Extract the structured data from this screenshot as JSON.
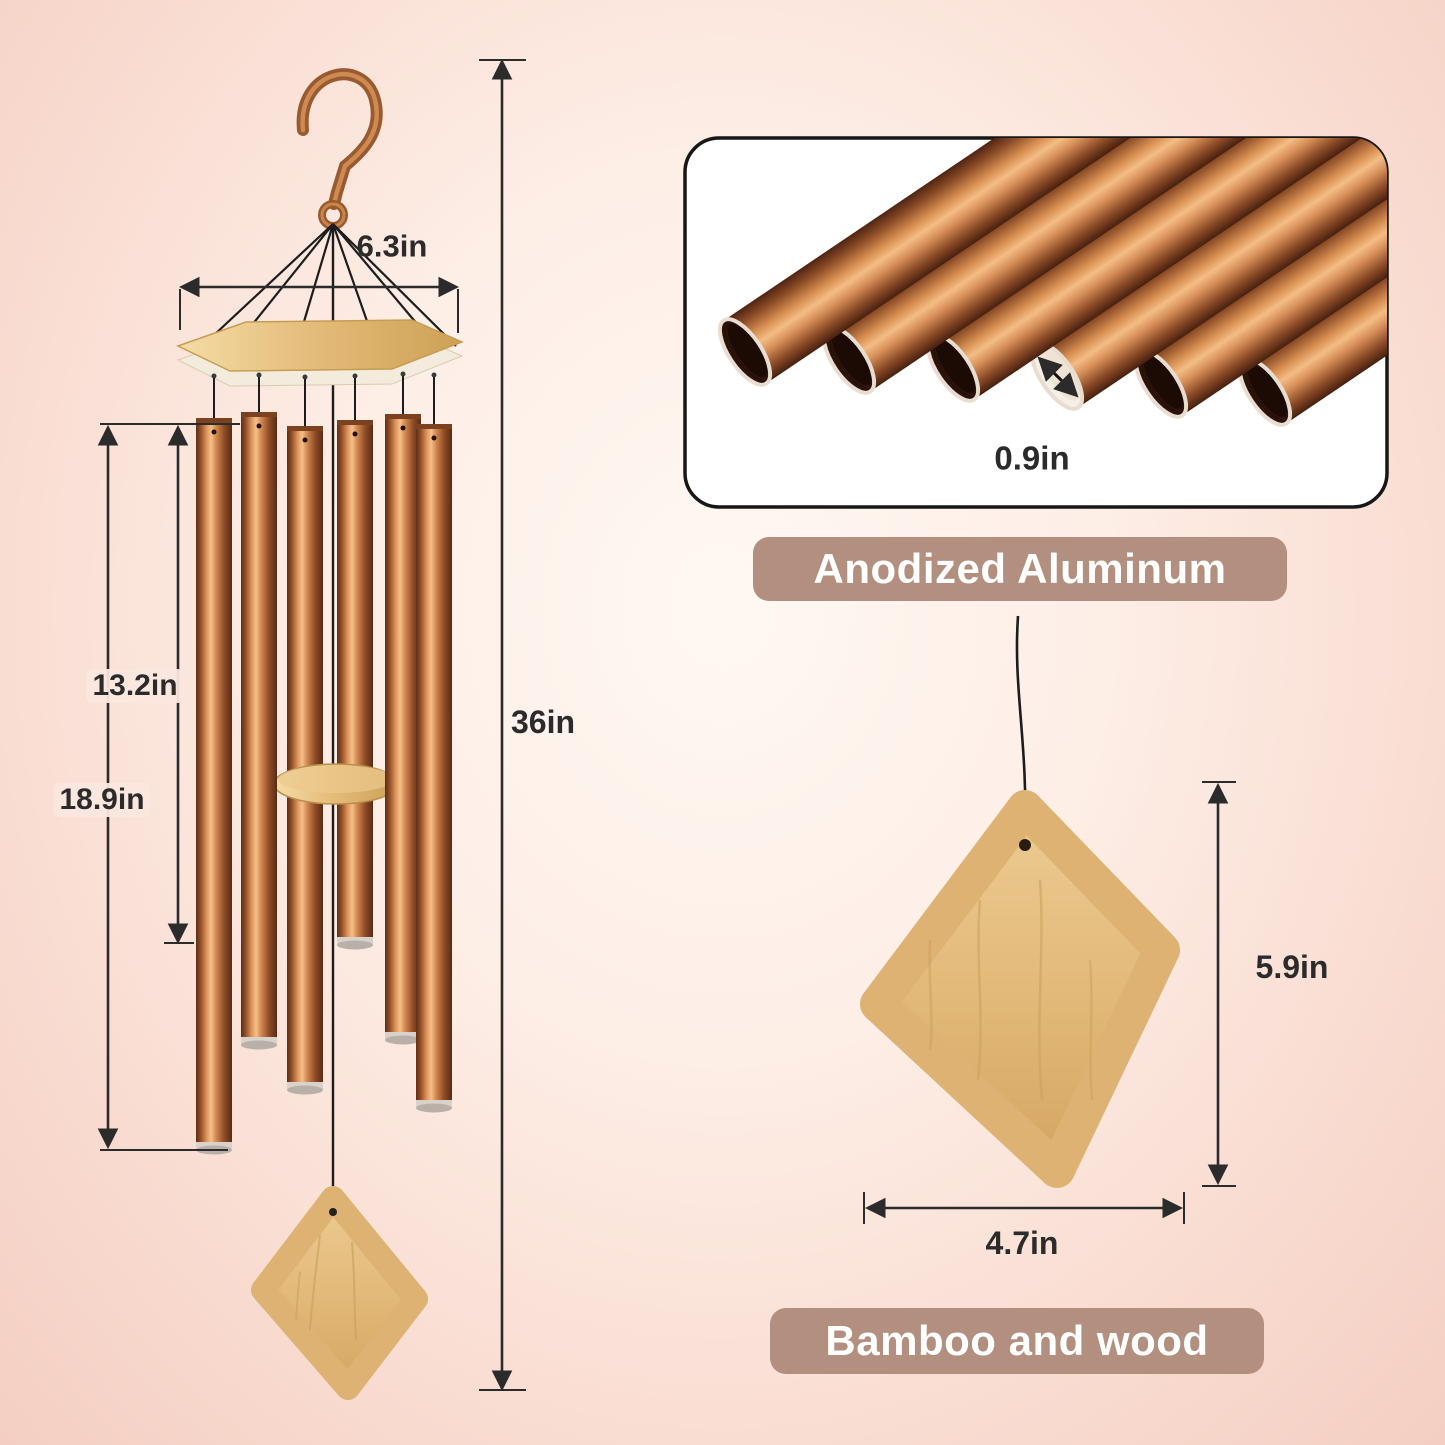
{
  "dimensions": {
    "hanger_width": "6.3in",
    "shortest_tube": "13.2in",
    "longest_tube": "18.9in",
    "total_length": "36in",
    "tube_diameter": "0.9in",
    "sail_height": "5.9in",
    "sail_width": "4.7in"
  },
  "captions": {
    "tubes_material": "Anodized Aluminum",
    "sail_material": "Bamboo and wood"
  },
  "colors": {
    "copper": "#b96b39",
    "copper_highlight": "#f4c08b",
    "bamboo": "#e2b877",
    "caption_pill": "#b28f7e",
    "background_pink": "#f5cfc3",
    "dimension_text": "#2b2b2b",
    "string_black": "#1d1d1d"
  }
}
